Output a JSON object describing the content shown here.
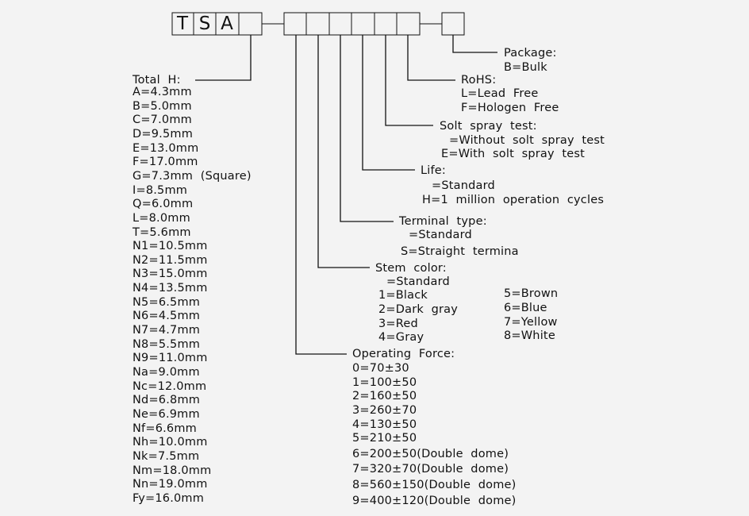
{
  "code": {
    "prefix": [
      "T",
      "S",
      "A"
    ]
  },
  "package": {
    "title": "Package:",
    "options": [
      "B=Bulk"
    ]
  },
  "rohs": {
    "title": "RoHS:",
    "options": [
      "L=Lead  Free",
      "F=Hologen  Free"
    ]
  },
  "solt_spray": {
    "title": "Solt  spray  test:",
    "options": [
      "=Without  solt  spray  test",
      "E=With  solt  spray  test"
    ]
  },
  "life": {
    "title": "Life:",
    "options": [
      "=Standard",
      "H=1  million  operation  cycles"
    ]
  },
  "terminal": {
    "title": "Terminal  type:",
    "options": [
      "=Standard",
      "S=Straight  termina"
    ]
  },
  "stem": {
    "title": "Stem  color:",
    "left": [
      "=Standard",
      "1=Black",
      "2=Dark  gray",
      "3=Red",
      "4=Gray"
    ],
    "right": [
      "5=Brown",
      "6=Blue",
      "7=Yellow",
      "8=White"
    ]
  },
  "force": {
    "title": "Operating  Force:",
    "options": [
      "0=70±30",
      "1=100±50",
      "2=160±50",
      "3=260±70",
      "4=130±50",
      "5=210±50",
      "6=200±50(Double  dome)",
      "7=320±70(Double  dome)",
      "8=560±150(Double  dome)",
      "9=400±120(Double  dome)"
    ]
  },
  "height": {
    "title": "Total  H:",
    "options": [
      "A=4.3mm",
      "B=5.0mm",
      "C=7.0mm",
      "D=9.5mm",
      "E=13.0mm",
      "F=17.0mm",
      "G=7.3mm  (Square)",
      "I=8.5mm",
      "Q=6.0mm",
      "L=8.0mm",
      "T=5.6mm",
      "N1=10.5mm",
      "N2=11.5mm",
      "N3=15.0mm",
      "N4=13.5mm",
      "N5=6.5mm",
      "N6=4.5mm",
      "N7=4.7mm",
      "N8=5.5mm",
      "N9=11.0mm",
      "Na=9.0mm",
      "Nc=12.0mm",
      "Nd=6.8mm",
      "Ne=6.9mm",
      "Nf=6.6mm",
      "Nh=10.0mm",
      "Nk=7.5mm",
      "Nm=18.0mm",
      "Nn=19.0mm",
      "Fy=16.0mm"
    ]
  }
}
